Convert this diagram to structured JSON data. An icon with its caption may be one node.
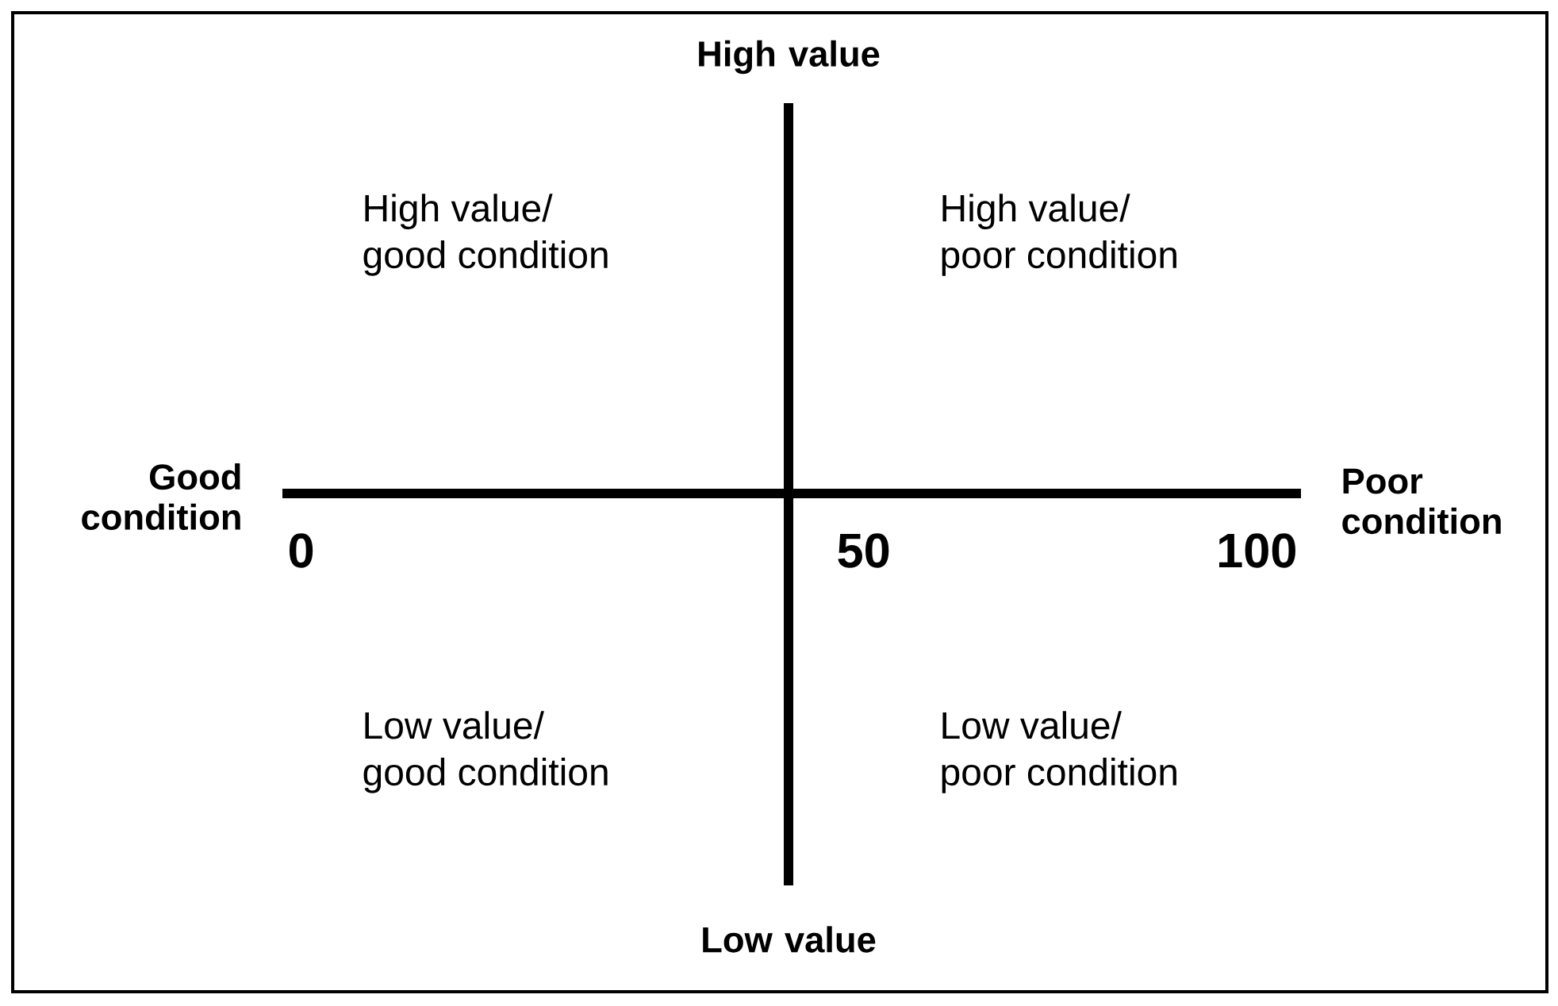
{
  "diagram": {
    "labels": [
      "High value",
      "High value/ good condition",
      "High value/ poor condition",
      "Good condition",
      "Poor condition",
      "0",
      "50",
      "100",
      "Low value/ good condition",
      "Low value/ poor condition",
      "Low value"
    ]
  }
}
